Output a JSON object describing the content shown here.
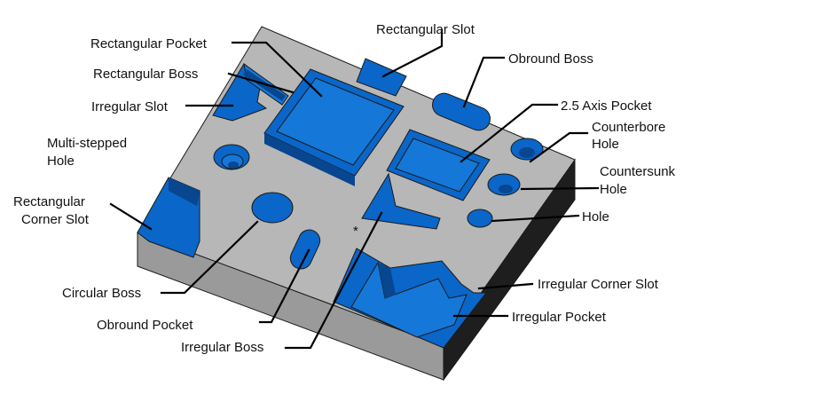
{
  "colors": {
    "top_face": "#b7b7b7",
    "side_left": "#9a9a9a",
    "side_right": "#1e1e1e",
    "feature_blue": "#0a66c8",
    "feature_floor": "#1577d8",
    "feature_dark": "#08468f"
  },
  "labels": {
    "rectangular_pocket": "Rectangular Pocket",
    "rectangular_boss": "Rectangular Boss",
    "irregular_slot": "Irregular Slot",
    "multi_stepped_hole_1": "Multi-stepped",
    "multi_stepped_hole_2": "Hole",
    "rectangular_corner_slot_1": "Rectangular",
    "rectangular_corner_slot_2": "Corner Slot",
    "circular_boss": "Circular Boss",
    "obround_pocket": "Obround Pocket",
    "irregular_boss": "Irregular Boss",
    "rectangular_slot": "Rectangular Slot",
    "obround_boss": "Obround Boss",
    "axis_pocket": "2.5 Axis Pocket",
    "counterbore_hole_1": "Counterbore",
    "counterbore_hole_2": "Hole",
    "countersunk_hole_1": "Countersunk",
    "countersunk_hole_2": "Hole",
    "hole": "Hole",
    "irregular_corner_slot": "Irregular Corner Slot",
    "irregular_pocket": "Irregular Pocket"
  }
}
